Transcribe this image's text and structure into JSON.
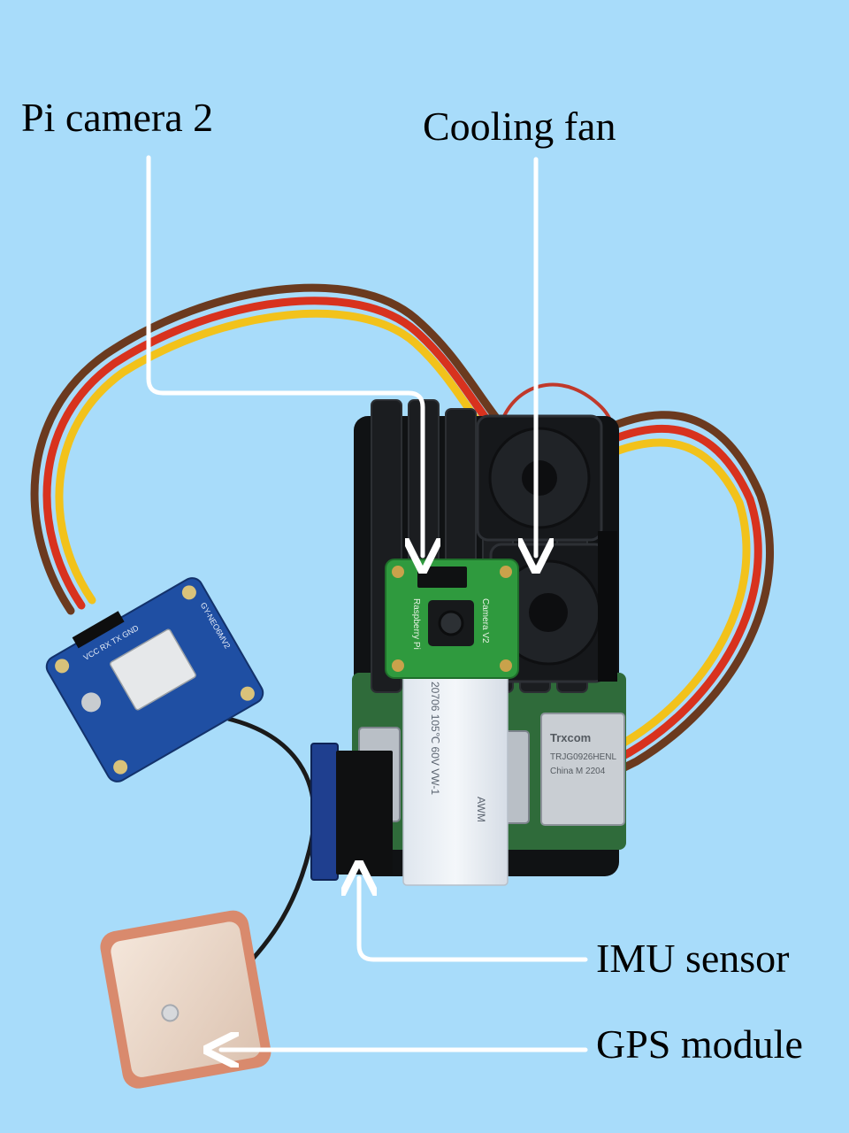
{
  "labels": {
    "pi_camera": "Pi camera 2",
    "cooling_fan": "Cooling fan",
    "imu_sensor": "IMU sensor",
    "gps_module": "GPS module"
  },
  "board_text": {
    "camera_brand": "Raspberry Pi",
    "camera_model": "Camera V2",
    "ribbon_spec": "20706  105℃  60V  VW-1",
    "ribbon_awm": "AWM",
    "ethernet_brand": "Trxcom",
    "ethernet_part": "TRJG0926HENL",
    "ethernet_origin": "China M 2204",
    "gps_pins": "VCC RX TX GND",
    "gps_board": "GY-NEO6MV2"
  },
  "colors": {
    "background": "#a8dcfa",
    "pointer_line": "#ffffff",
    "label_text": "#000000",
    "heatsink": "#1b1d20",
    "camera_pcb": "#2f9a3e",
    "gps_pcb": "#1f4fa3",
    "wire_brown": "#6b3a1f",
    "wire_red": "#d8321e",
    "wire_yellow": "#f2c21b",
    "antenna_patch": "#e9d6c6",
    "antenna_border": "#d98a6d"
  }
}
